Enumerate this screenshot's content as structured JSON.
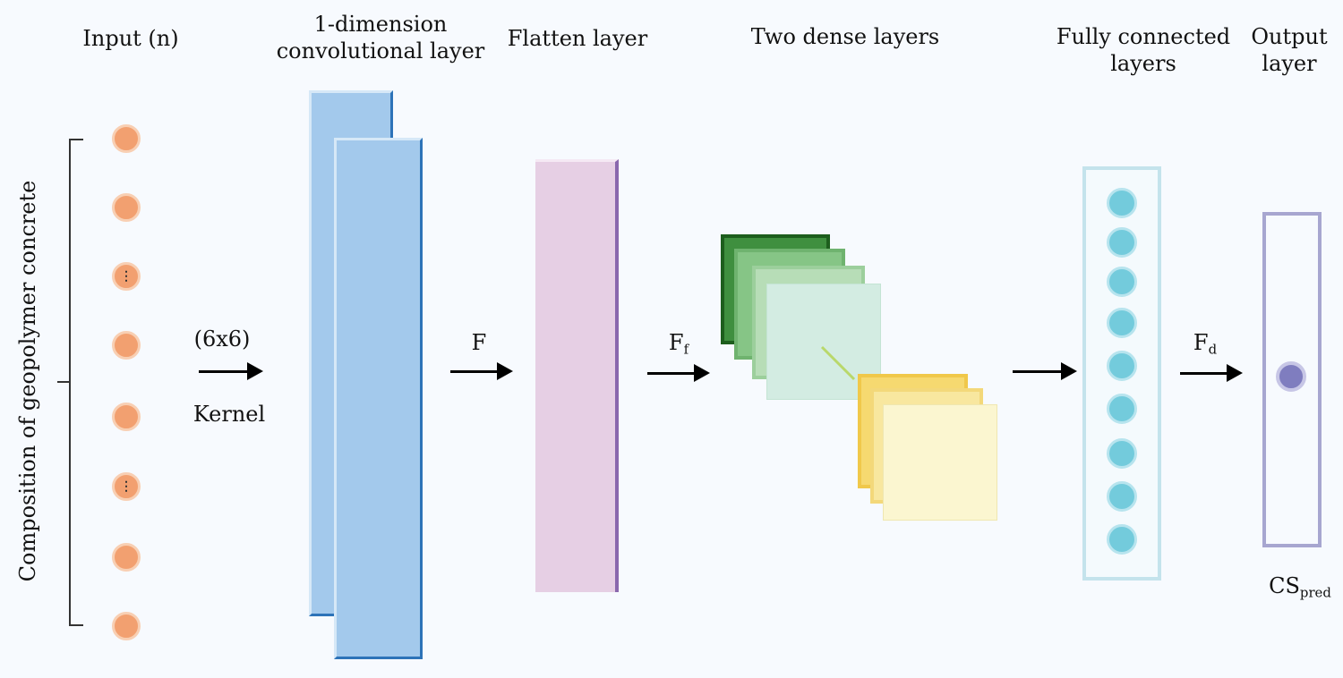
{
  "labels": {
    "input": "Input (n)",
    "conv_line1": "1-dimension",
    "conv_line2": "convolutional layer",
    "flatten": "Flatten layer",
    "dense": "Two dense layers",
    "fc_line1": "Fully connected",
    "fc_line2": "layers",
    "out_line1": "Output",
    "out_line2": "layer",
    "side": "Composition of geopolymer concrete",
    "kernel_size": "(6x6)",
    "kernel": "Kernel",
    "f": "F",
    "ff_main": "F",
    "ff_sub": "f",
    "fd_main": "F",
    "fd_sub": "d",
    "cs_main": "CS",
    "cs_sub": "pred"
  },
  "input_nodes": [
    "",
    "",
    "⋮",
    "",
    "",
    "⋮",
    "",
    ""
  ],
  "fc_node_count": 9,
  "colors": {
    "input_node": "#f2a070",
    "conv": "#a3c9ec",
    "flatten": "#e6cfe4",
    "dense_green": "#7fbf7f",
    "dense_yellow": "#f6d970",
    "fc_node": "#73cbdc",
    "output_node": "#7f7dbf"
  }
}
